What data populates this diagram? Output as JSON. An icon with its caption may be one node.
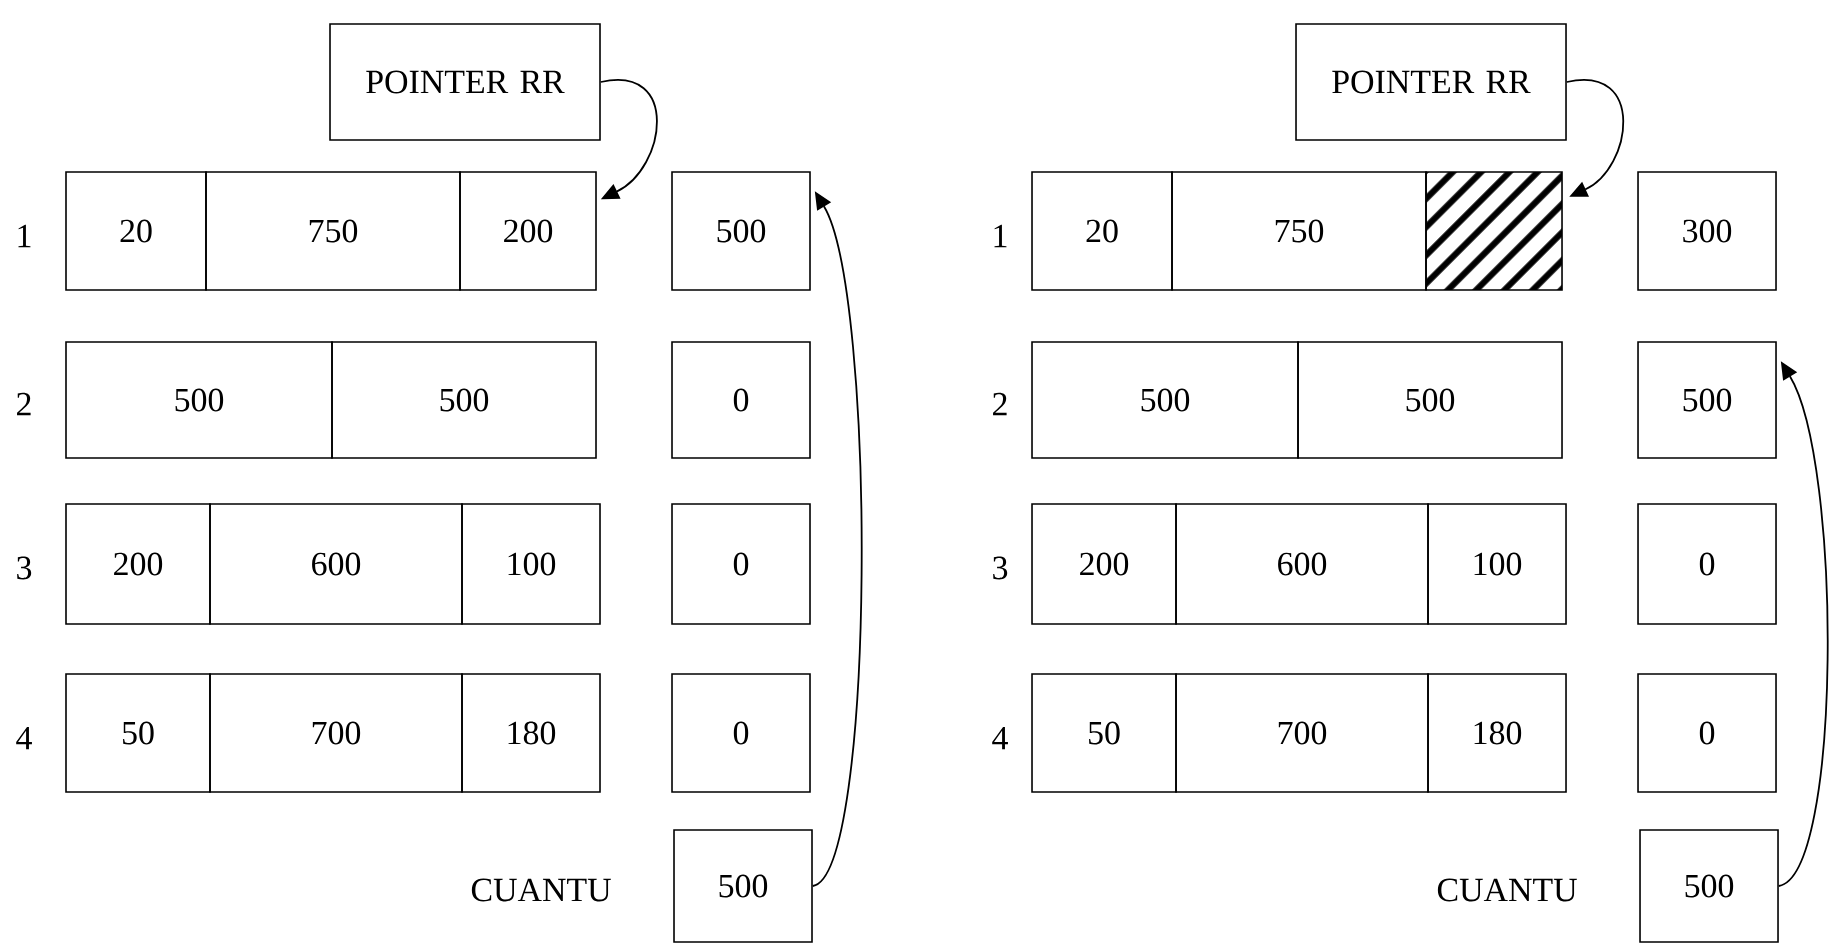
{
  "diagram": {
    "nodes": [
      {
        "text": [
          "POINTER RR"
        ]
      },
      {
        "text": [
          "20"
        ]
      },
      {
        "text": [
          "750"
        ]
      },
      {
        "text": [
          "200"
        ]
      },
      {
        "text": [
          "500"
        ]
      },
      {
        "text": [
          "500"
        ]
      },
      {
        "text": [
          "500"
        ]
      },
      {
        "text": [
          "0"
        ]
      },
      {
        "text": [
          "200"
        ]
      },
      {
        "text": [
          "600"
        ]
      },
      {
        "text": [
          "100"
        ]
      },
      {
        "text": [
          "0"
        ]
      },
      {
        "text": [
          "50"
        ]
      },
      {
        "text": [
          "700"
        ]
      },
      {
        "text": [
          "180"
        ]
      },
      {
        "text": [
          "0"
        ]
      },
      {
        "text": [
          "500"
        ],
        "beside": [
          "CUANTU"
        ]
      },
      {
        "text": [
          "POINTER RR"
        ]
      },
      {
        "text": [
          "20"
        ]
      },
      {
        "text": [
          "750"
        ]
      },
      {
        "text": [],
        "shape": "box"
      },
      {
        "text": [
          "300"
        ]
      },
      {
        "text": [
          "500"
        ]
      },
      {
        "text": [
          "500"
        ]
      },
      {
        "text": [
          "500"
        ]
      },
      {
        "text": [
          "200"
        ]
      },
      {
        "text": [
          "600"
        ]
      },
      {
        "text": [
          "100"
        ]
      },
      {
        "text": [
          "0"
        ]
      },
      {
        "text": [
          "50"
        ]
      },
      {
        "text": [
          "700"
        ]
      },
      {
        "text": [
          "180"
        ]
      },
      {
        "text": [
          "0"
        ]
      },
      {
        "text": [
          "500"
        ],
        "beside": [
          "CUANTU"
        ]
      }
    ],
    "edges": [
      {
        "from": 0,
        "to": 3,
        "arrow": "to"
      },
      {
        "from": 16,
        "to": 4,
        "arrow": "to"
      },
      {
        "from": 17,
        "to": 20,
        "arrow": "to"
      },
      {
        "from": 33,
        "to": 24,
        "arrow": "to"
      }
    ],
    "labels": [
      "1",
      "2",
      "3",
      "4",
      "1",
      "2",
      "3",
      "4"
    ]
  }
}
